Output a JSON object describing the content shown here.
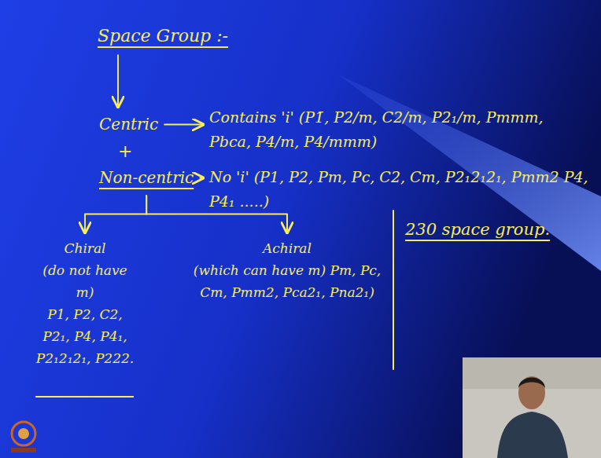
{
  "diagram": {
    "nodes": [
      {
        "text": [
          "Space Group :-"
        ]
      },
      {
        "text": [
          "Centric"
        ]
      },
      {
        "text": [
          "Contains 'i' (P1̄, P2/m, C2/m, P2₁/m, Pmmm, Pbca, P4/m, P4/mmm)"
        ]
      },
      {
        "text": [
          "Non-centric"
        ]
      },
      {
        "text": [
          "No 'i' (P1, P2, Pm, Pc, C2, Cm, P2₁2₁2₁, Pmm2 P4, P4₁ .....)"
        ]
      },
      {
        "text": [
          "Chiral",
          "(do not have m)",
          "P1, P2, C2, P2₁, P4, P4₁, P2₁2₁2₁, P222."
        ]
      },
      {
        "text": [
          "Achiral",
          "(which can have m) Pm, Pc, Cm, Pmm2, Pca2₁, Pna2₁)"
        ]
      }
    ],
    "edges": [
      {
        "from": 0,
        "to": 1,
        "arrow": "to"
      },
      {
        "from": 1,
        "to": 2,
        "arrow": "to"
      },
      {
        "from": 3,
        "to": 4,
        "arrow": "to"
      },
      {
        "from": 3,
        "to": 5,
        "arrow": "to"
      },
      {
        "from": 3,
        "to": 6,
        "arrow": "to"
      }
    ],
    "labels": [
      "+",
      "230 space group."
    ]
  }
}
